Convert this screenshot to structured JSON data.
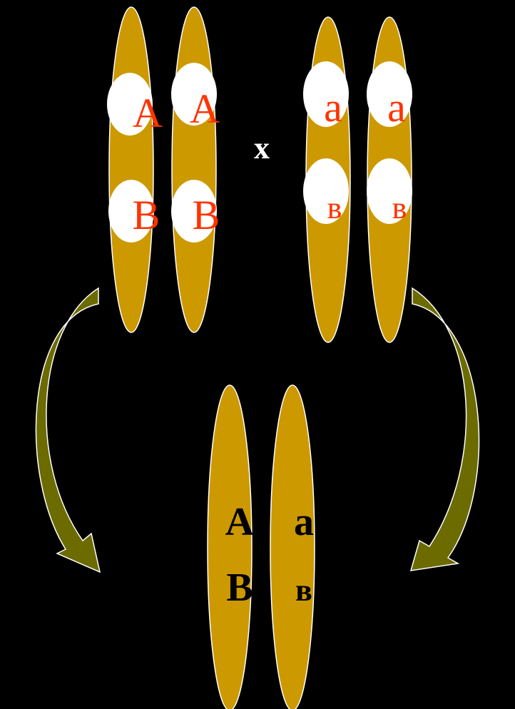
{
  "colors": {
    "background": "#000000",
    "chromosome": "#cc9900",
    "locus": "#ffffff",
    "gene_text": "#ff3300",
    "arrow_fill": "#6b6b00",
    "arrow_stroke": "#ffffff",
    "offspring_text": "#000000"
  },
  "parents": {
    "left": {
      "chromosomes": [
        {
          "top": "A",
          "bottom": "B"
        },
        {
          "top": "A",
          "bottom": "B"
        }
      ]
    },
    "cross_symbol": "x",
    "right": {
      "chromosomes": [
        {
          "top": "a",
          "bottom": "в"
        },
        {
          "top": "a",
          "bottom": "в"
        }
      ]
    }
  },
  "offspring": {
    "chromosomes": [
      {
        "top": "A",
        "bottom": "B"
      },
      {
        "top": "a",
        "bottom": "в"
      }
    ]
  },
  "arrows": [
    {
      "name": "left-curved-arrow",
      "direction": "down-right"
    },
    {
      "name": "right-curved-arrow",
      "direction": "down-left"
    }
  ]
}
